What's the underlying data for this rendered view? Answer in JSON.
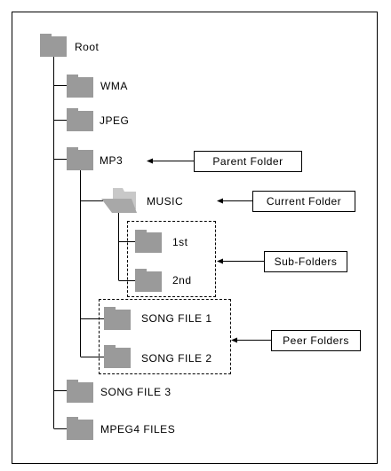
{
  "tree": {
    "root": "Root",
    "wma": "WMA",
    "jpeg": "JPEG",
    "mp3": "MP3",
    "music": "MUSIC",
    "first": "1st",
    "second": "2nd",
    "song1": "SONG FILE 1",
    "song2": "SONG FILE 2",
    "song3": "SONG FILE 3",
    "mpeg4": "MPEG4 FILES"
  },
  "callouts": {
    "parent": "Parent Folder",
    "current": "Current Folder",
    "sub": "Sub-Folders",
    "peer": "Peer Folders"
  },
  "colors": {
    "folder": "#9a9a9a",
    "open_folder_front": "#a8a8a8",
    "open_folder_back": "#c8c8c8",
    "line": "#000000"
  }
}
